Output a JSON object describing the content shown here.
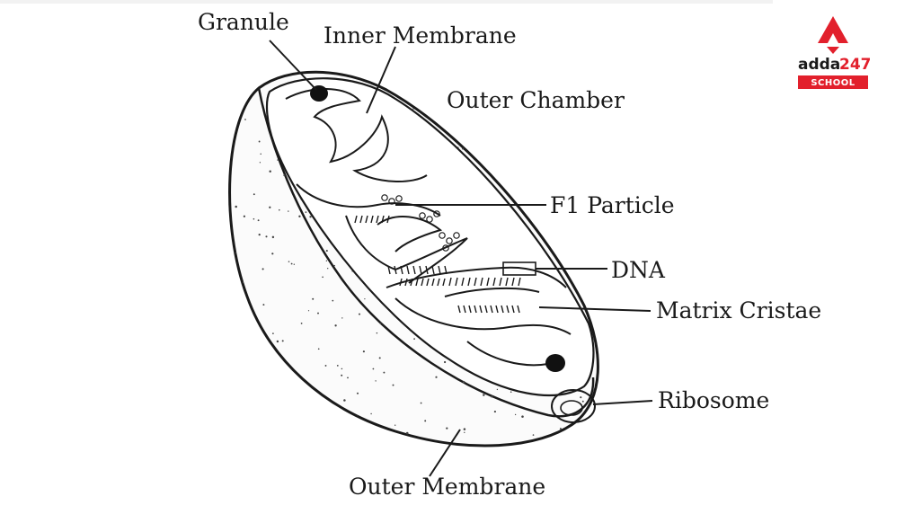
{
  "labels": {
    "granule": "Granule",
    "inner_membrane": "Inner Membrane",
    "outer_chamber": "Outer Chamber",
    "f1_particle": "F1 Particle",
    "dna": "DNA",
    "matrix_cristae": "Matrix Cristae",
    "ribosome": "Ribosome",
    "outer_membrane": "Outer Membrane"
  },
  "logo": {
    "brand": "adda",
    "number": "247",
    "tagline": "SCHOOL",
    "accent_color": "#e2202c"
  }
}
